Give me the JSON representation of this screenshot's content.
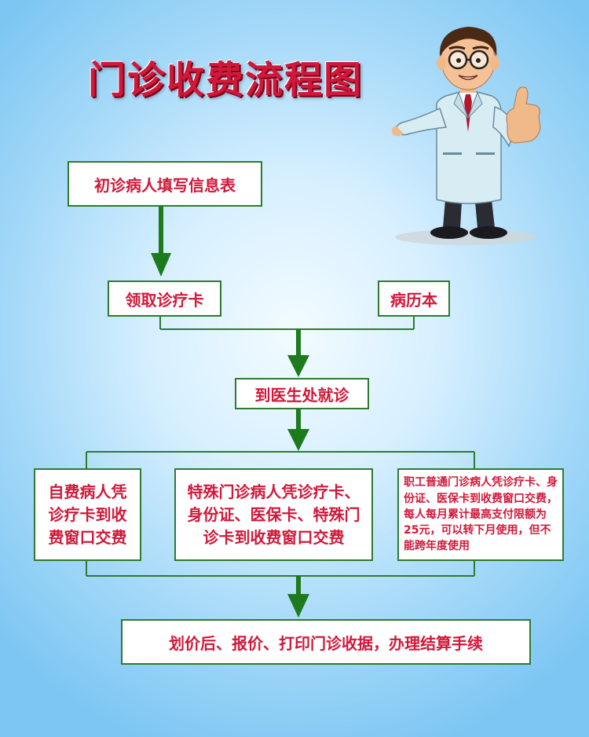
{
  "title": "门诊收费流程图",
  "steps": {
    "step1": "初诊病人填写信息表",
    "step2": "领取诊疗卡",
    "step3": "病历本",
    "step4": "到医生处就诊",
    "step5a": "自费病人凭诊疗卡到收费窗口交费",
    "step5b": "特殊门诊病人凭诊疗卡、身份证、医保卡、特殊门诊卡到收费窗口交费",
    "step5c": "职工普通门诊病人凭诊疗卡、身份证、医保卡到收费窗口交费，每人每月累计最高支付限额为25元，可以转下月使用，但不能跨年度使用",
    "step6": "划价后、报价、打印门诊收据，办理结算手续"
  },
  "colors": {
    "text_red": "#d1183a",
    "line_green": "#2f7a2f",
    "arrow_green": "#1d7a1d"
  }
}
